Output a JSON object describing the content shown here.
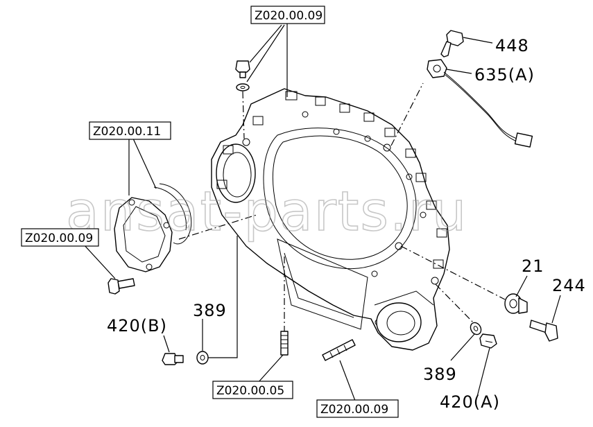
{
  "diagram": {
    "reference_codes": {
      "top": "Z020.00.09",
      "upper_left": "Z020.00.11",
      "left": "Z020.00.09",
      "bottom_center": "Z020.00.05",
      "bottom_right": "Z020.00.09"
    },
    "part_numbers": {
      "p448": "448",
      "p635a": "635(A)",
      "p21": "21",
      "p244": "244",
      "p389_left": "389",
      "p420b": "420(B)",
      "p389_right": "389",
      "p420a": "420(A)"
    },
    "watermark": "ansat-parts.ru"
  }
}
